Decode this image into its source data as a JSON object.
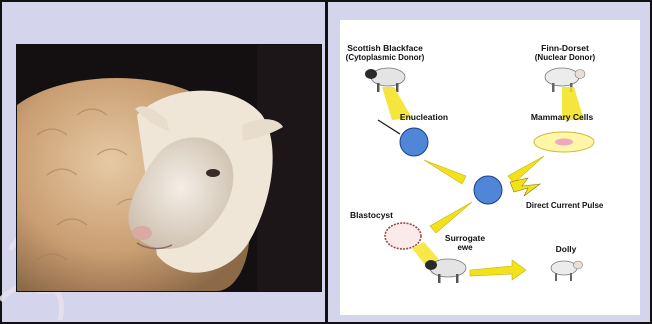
{
  "diagram": {
    "scottish_blackface": "Scottish Blackface",
    "scottish_blackface_role": "(Cytoplasmic Donor)",
    "finn_dorset": "Finn-Dorset",
    "finn_dorset_role": "(Nuclear Donor)",
    "enucleation": "Enucleation",
    "mammary_cells": "Mammary Cells",
    "direct_current_pulse": "Direct Current Pulse",
    "blastocyst": "Blastocyst",
    "surrogate_line1": "Surrogate",
    "surrogate_line2": "ewe",
    "dolly": "Dolly"
  },
  "colors": {
    "background": "#d4d4ec",
    "arrow_yellow": "#f2e21a",
    "egg_blue": "#4f86d8",
    "dish_yellow": "#fff6a8",
    "border": "#111111"
  }
}
